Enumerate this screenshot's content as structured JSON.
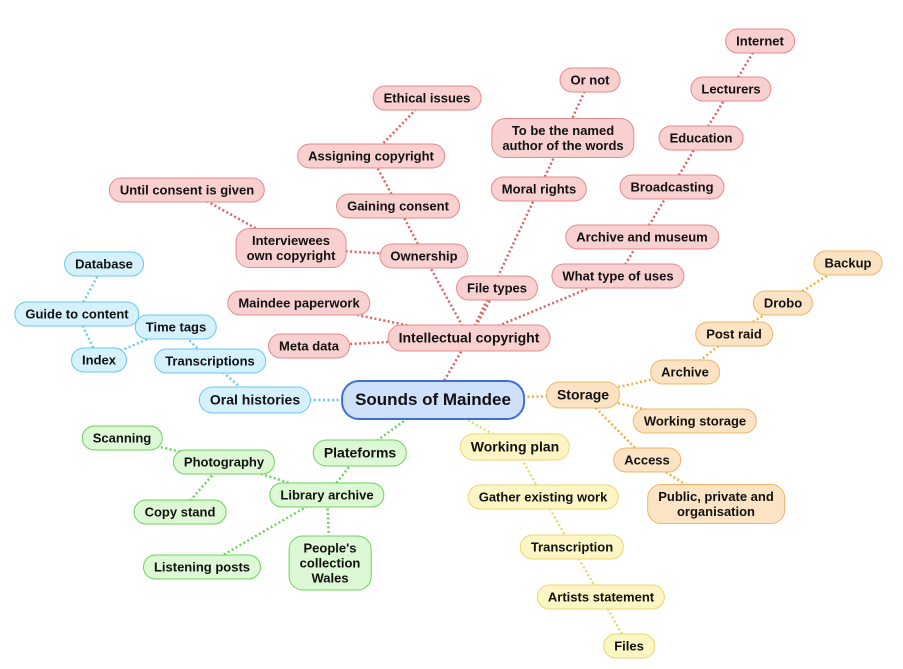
{
  "root": {
    "label": "Sounds of Maindee"
  },
  "branches": {
    "intellectual": {
      "label": "Intellectual copyright",
      "meta_data": "Meta data",
      "maindee_paperwork": "Maindee paperwork",
      "ownership": "Ownership",
      "interviewees": "Interviewees\nown copyright",
      "until_consent": "Until consent is given",
      "gaining_consent": "Gaining consent",
      "assigning_copyright": "Assigning copyright",
      "ethical_issues": "Ethical issues",
      "file_types": "File types",
      "moral_rights": "Moral rights",
      "named_author": "To be the named\nauthor of the words",
      "or_not": "Or not",
      "type_of_uses": "What type of uses",
      "archive_museum": "Archive and museum",
      "broadcasting": "Broadcasting",
      "education": "Education",
      "lecturers": "Lecturers",
      "internet": "Internet"
    },
    "storage": {
      "label": "Storage",
      "archive": "Archive",
      "post_raid": "Post raid",
      "drobo": "Drobo",
      "backup": "Backup",
      "working_storage": "Working storage",
      "access": "Access",
      "public_private": "Public, private and\norganisation"
    },
    "working_plan": {
      "label": "Working plan",
      "gather": "Gather existing work",
      "transcription": "Transcription",
      "artists_statement": "Artists statement",
      "files": "Files"
    },
    "platforms": {
      "label": "Plateforms",
      "library_archive": "Library archive",
      "photography": "Photography",
      "scanning": "Scanning",
      "copy_stand": "Copy stand",
      "listening_posts": "Listening posts",
      "peoples_collection": "People's\ncollection\nWales"
    },
    "oral_histories": {
      "label": "Oral histories",
      "transcriptions": "Transcriptions",
      "time_tags": "Time tags",
      "index": "Index",
      "guide_to_content": "Guide to content",
      "database": "Database"
    }
  },
  "colors": {
    "red_fill": "#f9d0d0",
    "red_line": "#e06060",
    "orange_fill": "#fce3c4",
    "orange_line": "#f0b040",
    "yellow_fill": "#fdf6c4",
    "yellow_line": "#e8d870",
    "green_fill": "#dcf8d4",
    "green_line": "#6cd45c",
    "blue_fill": "#d4f1fc",
    "blue_line": "#6cc7ea",
    "root_fill": "#cfe0fb",
    "root_line": "#3f6fd8"
  }
}
